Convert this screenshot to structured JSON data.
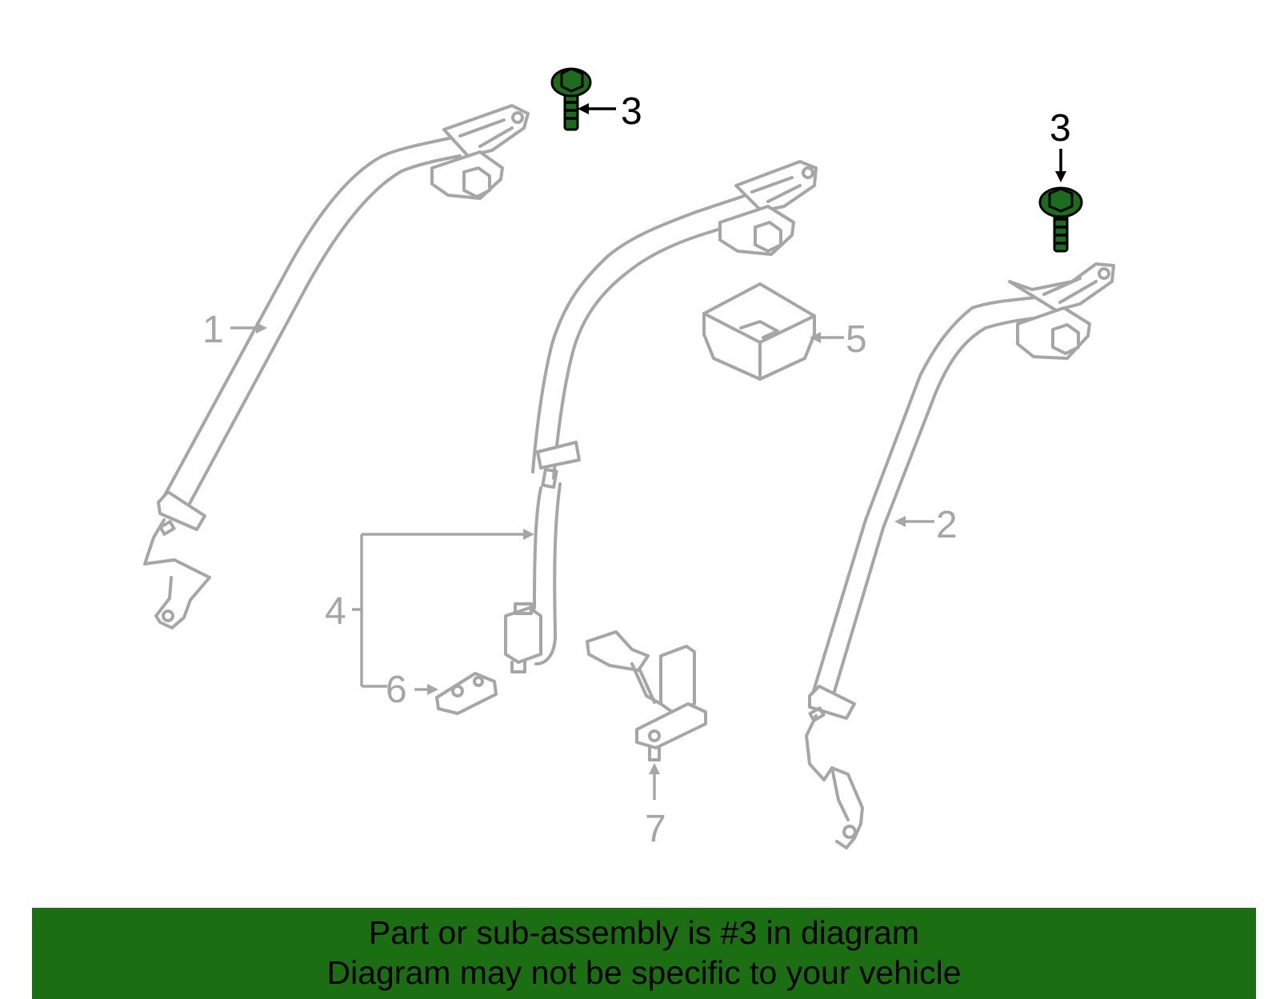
{
  "callouts": {
    "c1": "1",
    "c2": "2",
    "c3a": "3",
    "c3b": "3",
    "c4": "4",
    "c5": "5",
    "c6": "6",
    "c7": "7"
  },
  "colors": {
    "part_line": "#a6a6a6",
    "highlight_part": "#1d6b1d",
    "banner_background": "#1b6f12",
    "banner_text": "#000000"
  },
  "highlighted_part": "3",
  "banner": {
    "line1": "Part or sub-assembly is #3 in diagram",
    "line2": "Diagram may not be specific to your vehicle"
  }
}
